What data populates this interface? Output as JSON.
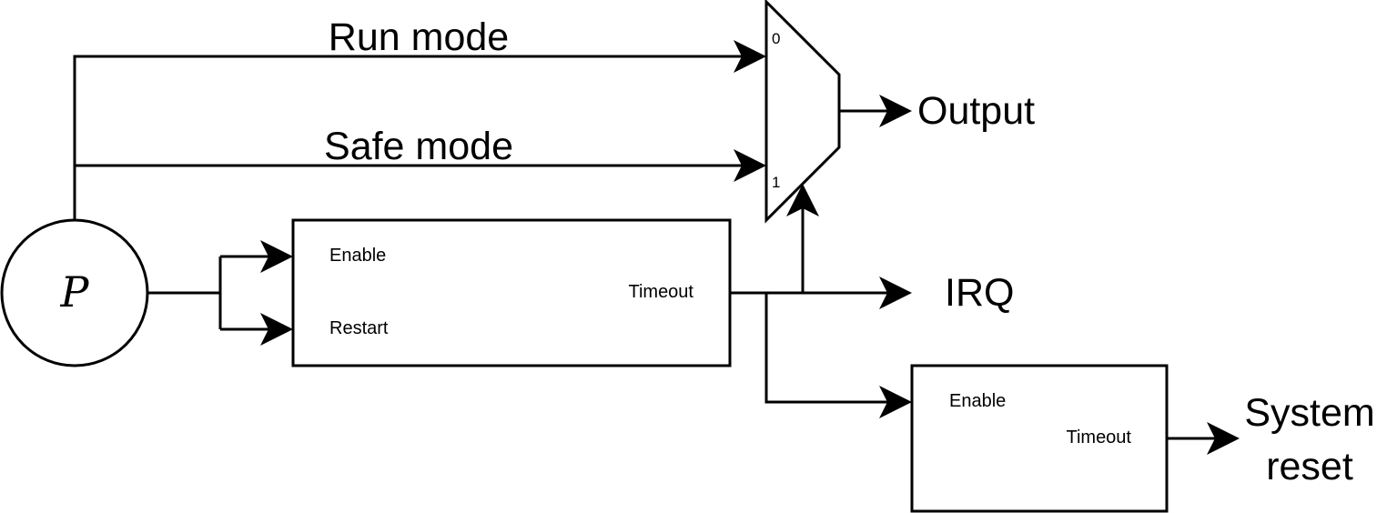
{
  "signals": {
    "run_mode": "Run mode",
    "safe_mode": "Safe mode",
    "output": "Output",
    "irq": "IRQ",
    "system_reset_line1": "System",
    "system_reset_line2": "reset"
  },
  "processor": {
    "label": "P"
  },
  "mux": {
    "input0": "0",
    "input1": "1"
  },
  "watchdog1": {
    "enable": "Enable",
    "restart": "Restart",
    "timeout": "Timeout"
  },
  "watchdog2": {
    "enable": "Enable",
    "timeout": "Timeout"
  }
}
